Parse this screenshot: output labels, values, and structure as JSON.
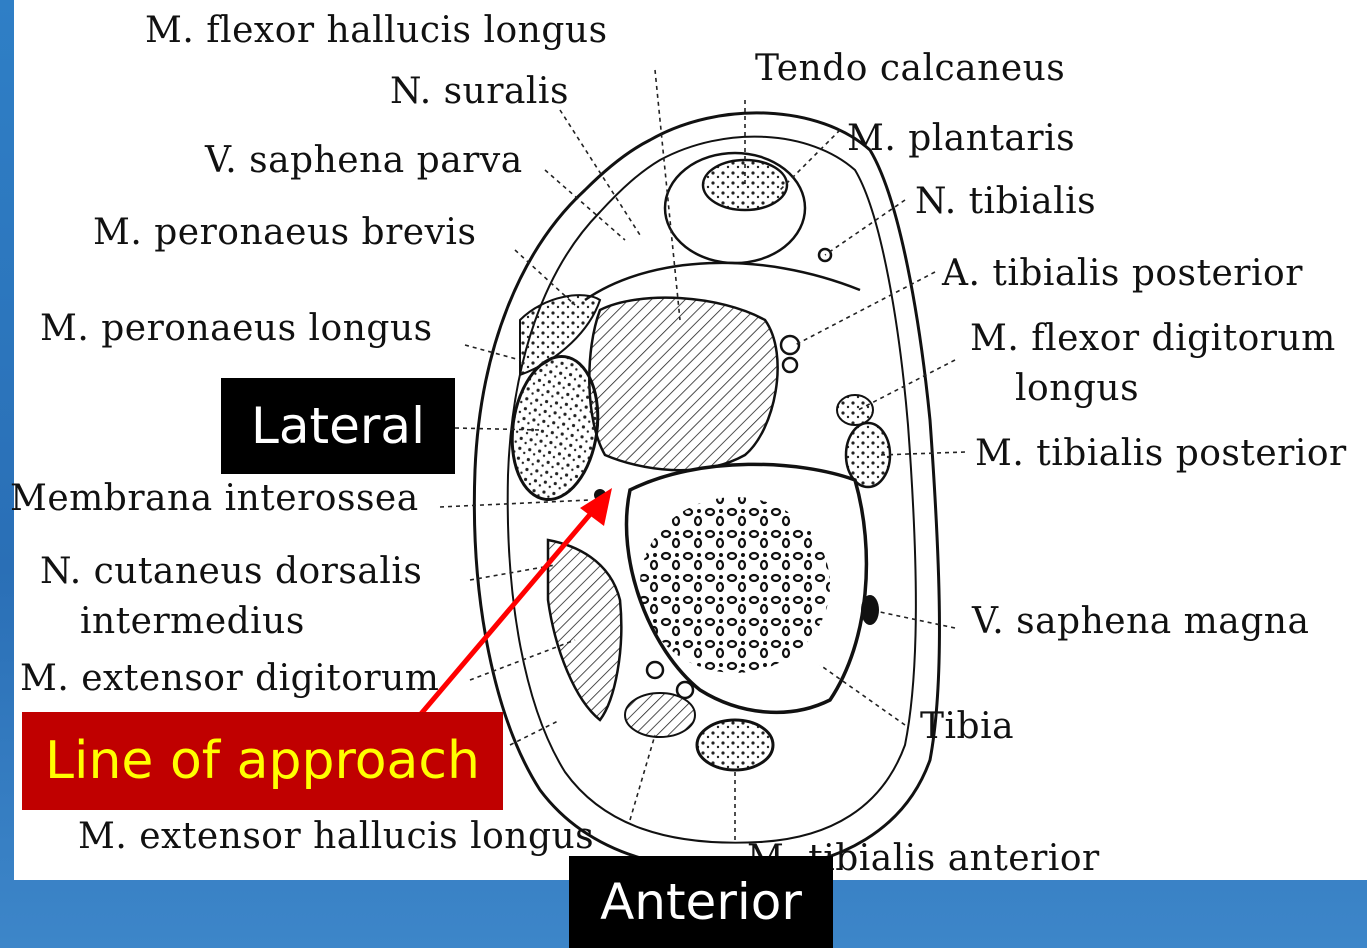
{
  "colors": {
    "background": "#2f7fc6",
    "figure": "#ffffff",
    "approach_box": "#c00000",
    "approach_text": "#ffff00",
    "arrow": "#ff0000",
    "label_box": "#000000"
  },
  "labels": {
    "flexor_hallucis_longus": "M. flexor hallucis longus",
    "suralis": "N. suralis",
    "tendo_calcaneus": "Tendo calcaneus",
    "plantaris": "M. plantaris",
    "saphena_parva": "V. saphena parva",
    "tibialis_nerve": "N. tibialis",
    "peronaeus_brevis": "M. peronaeus brevis",
    "tibialis_posterior_artery": "A. tibialis posterior",
    "peronaeus_longus": "M. peronaeus longus",
    "flexor_digitorum_1": "M. flexor digitorum",
    "flexor_digitorum_2": "longus",
    "tibialis_posterior_muscle": "M. tibialis posterior",
    "membrana_interossea": "Membrana interossea",
    "cutaneus_1": "N. cutaneus dorsalis",
    "cutaneus_2": "intermedius",
    "saphena_magna": "V. saphena magna",
    "extensor_digitorum": "M. extensor digitorum",
    "tibia": "Tibia",
    "extensor_hallucis_longus": "M. extensor hallucis longus",
    "tibialis_anterior": "M. tibialis anterior"
  },
  "callouts": {
    "lateral": "Lateral",
    "anterior": "Anterior",
    "line_of_approach": "Line of approach"
  }
}
